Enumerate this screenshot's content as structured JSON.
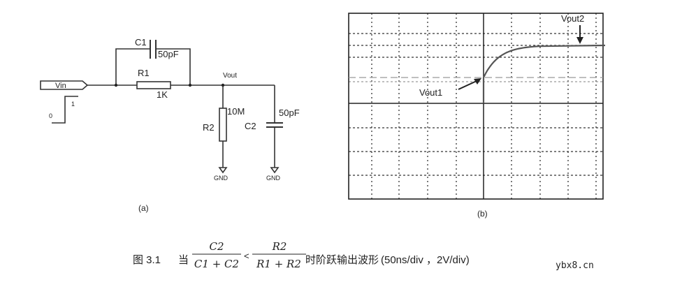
{
  "circuit": {
    "input_label": "Vin",
    "step_low": "0",
    "step_high": "1",
    "c1": {
      "name": "C1",
      "value": "50pF"
    },
    "r1": {
      "name": "R1",
      "value": "1K"
    },
    "r2": {
      "name": "R2",
      "value": "10M"
    },
    "c2": {
      "name": "C2",
      "value": "50pF"
    },
    "output_label": "Vout",
    "gnd_label": "GND",
    "panel_label": "(a)"
  },
  "scope": {
    "vout1_label": "Vout1",
    "vout2_label": "Vout2",
    "panel_label": "(b)",
    "colors": {
      "trace": "#555555",
      "grid": "#333333",
      "reference": "#999999"
    }
  },
  "caption": {
    "figure": "图 3.1",
    "when": "当",
    "frac1_num": "C2",
    "frac1_den": "C1 + C2",
    "lt": "<",
    "frac2_num": "R2",
    "frac2_den": "R1 + R2",
    "text": "时阶跃输出波形",
    "scale": "(50ns/div ，2V/div)"
  },
  "watermark": "ybx8.cn"
}
